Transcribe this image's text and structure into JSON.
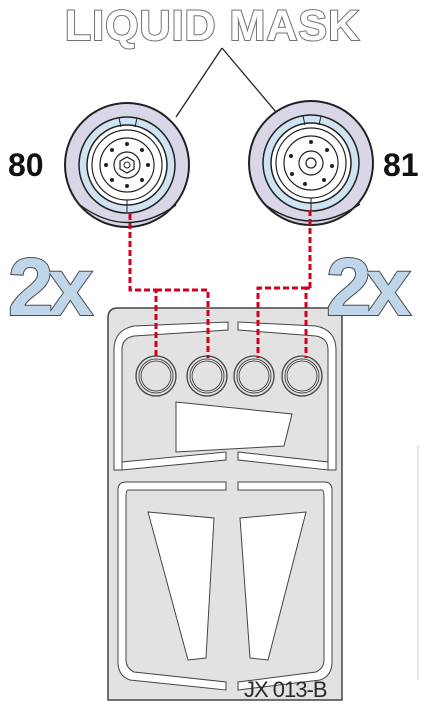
{
  "title": "LIQUID MASK",
  "wheels": [
    {
      "number": "80"
    },
    {
      "number": "81"
    }
  ],
  "multiplier_left": "2x",
  "multiplier_right": "2x",
  "part_code": "JX 013-B",
  "colors": {
    "tire": "#d9d6e8",
    "rim_mask": "#cfe3f2",
    "fret": "#e2e2e2",
    "leader_line": "#d0021b",
    "outline": "#222222"
  }
}
